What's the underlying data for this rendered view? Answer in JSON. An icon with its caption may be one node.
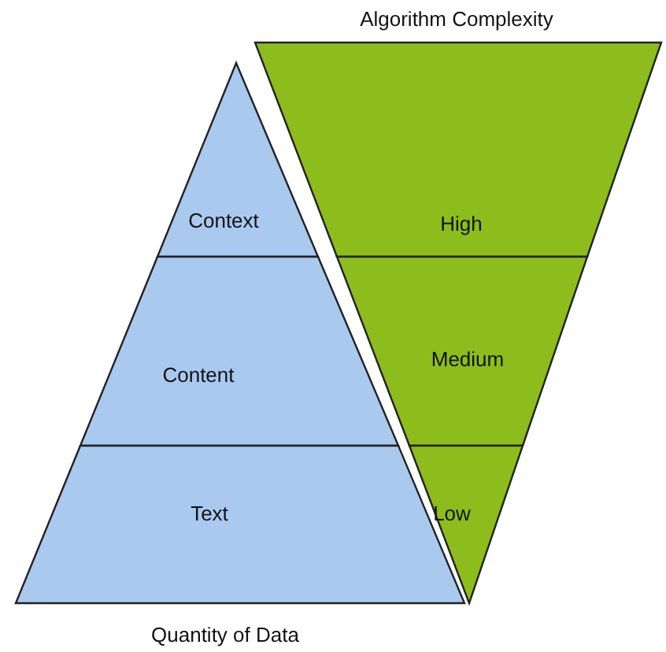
{
  "diagram": {
    "nodes": [
      {
        "text": [
          "Context"
        ]
      },
      {
        "text": [
          "Content"
        ]
      },
      {
        "text": [
          "Text"
        ]
      },
      {
        "text": [
          "High"
        ]
      },
      {
        "text": [
          "Medium"
        ]
      },
      {
        "text": [
          "Low"
        ]
      }
    ],
    "labels": [
      "Algorithm Complexity",
      "Quantity of Data"
    ]
  }
}
